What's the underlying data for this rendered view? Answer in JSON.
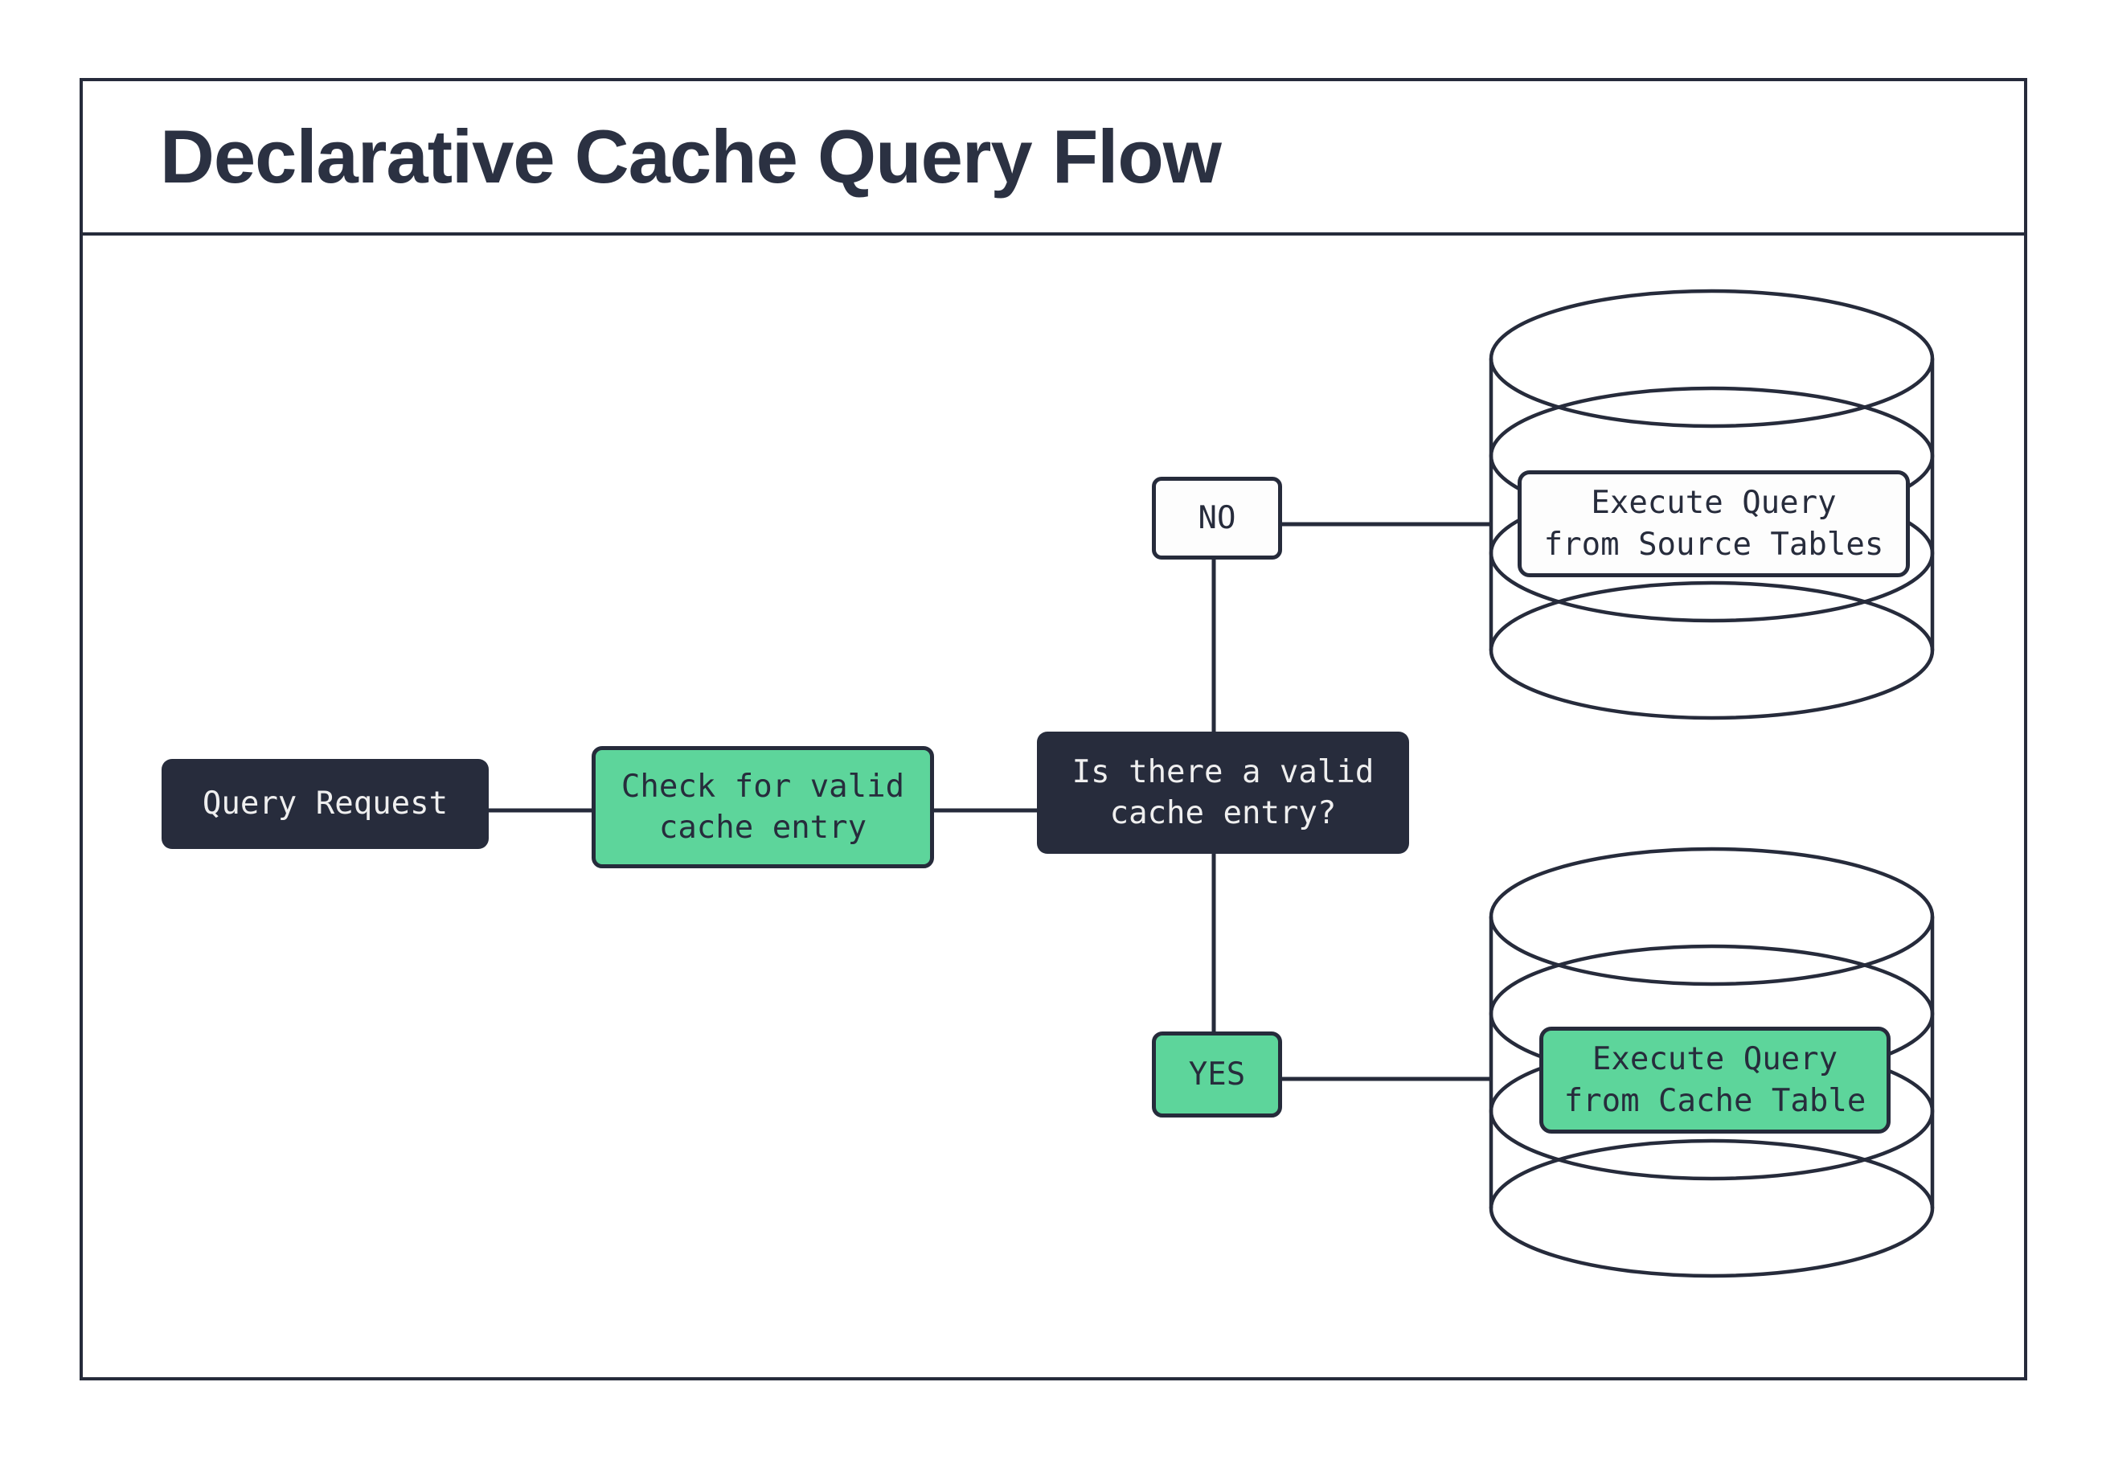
{
  "diagram": {
    "title": "Declarative Cache Query Flow",
    "nodes": {
      "query_request": {
        "label": "Query Request"
      },
      "check_cache": {
        "label": "Check for valid\ncache entry"
      },
      "decision": {
        "label": "Is there a valid\ncache entry?"
      },
      "no_branch": {
        "label": "NO"
      },
      "yes_branch": {
        "label": "YES"
      },
      "source_db": {
        "label": "Execute Query\nfrom Source Tables"
      },
      "cache_db": {
        "label": "Execute Query\nfrom Cache Table"
      }
    },
    "icons": {
      "source_database": "database-cylinder",
      "cache_database": "database-cylinder"
    },
    "colors": {
      "ink": "#262b3b",
      "node_dark": "#272c3c",
      "node_green": "#5dd59b",
      "node_white": "#fdfdfd",
      "text_on_dark": "#efefef",
      "background": "#ffffff"
    }
  }
}
